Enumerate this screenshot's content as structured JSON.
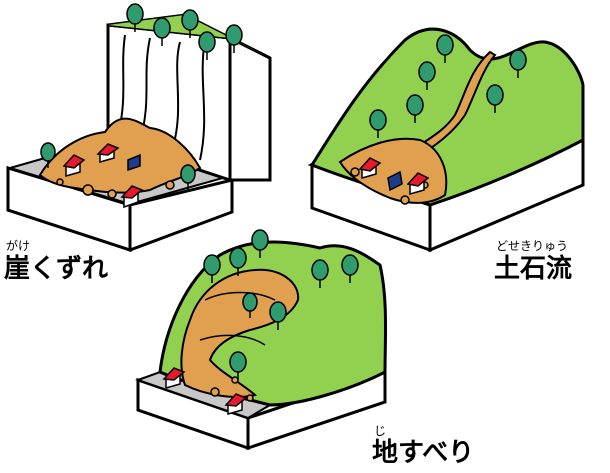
{
  "labels": {
    "cliff": {
      "ruby": "がけ",
      "text": "崖くずれ"
    },
    "debris_flow": {
      "ruby": "どせきりゅう",
      "text": "土石流"
    },
    "landslide": {
      "ruby": "じ",
      "text": "地すべり"
    }
  },
  "colors": {
    "outline": "#000000",
    "ground_fill": "#ffffff",
    "slope_green": "#92d050",
    "debris": "#e0a050",
    "debris_dark": "#c88432",
    "road": "#c8c8c8",
    "tree": "#2f9b6e",
    "house_roof_red": "#e8192c",
    "house_roof_blue": "#1f3c8c"
  },
  "icons": [
    "tree-icon",
    "house-icon",
    "rock-icon"
  ]
}
